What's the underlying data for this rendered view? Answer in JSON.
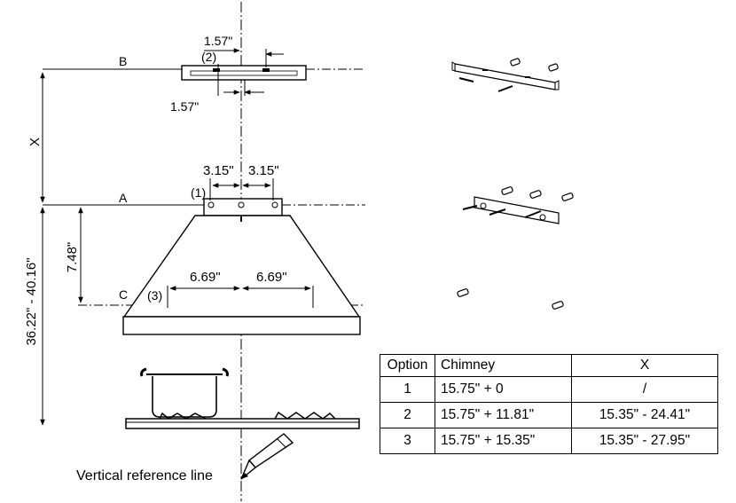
{
  "dimensions": {
    "bracket_half_width": "1.57\"",
    "mount_half_width": "3.15\"",
    "hood_half_width": "6.69\"",
    "a_to_c": "7.48\"",
    "overall_height": "36.22\" - 40.16\"",
    "x_label": "X"
  },
  "reference_lines": {
    "b": "B",
    "a": "A",
    "c": "C"
  },
  "markers": {
    "m1": "(1)",
    "m2": "(2)",
    "m3": "(3)"
  },
  "caption": "Vertical reference line",
  "table": {
    "headers": [
      "Option",
      "Chimney",
      "X"
    ],
    "rows": [
      [
        "1",
        "15.75\" + 0",
        "/"
      ],
      [
        "2",
        "15.75\" + 11.81\"",
        "15.35\" - 24.41\""
      ],
      [
        "3",
        "15.75\" + 15.35\"",
        "15.35\" - 27.95\""
      ]
    ]
  }
}
